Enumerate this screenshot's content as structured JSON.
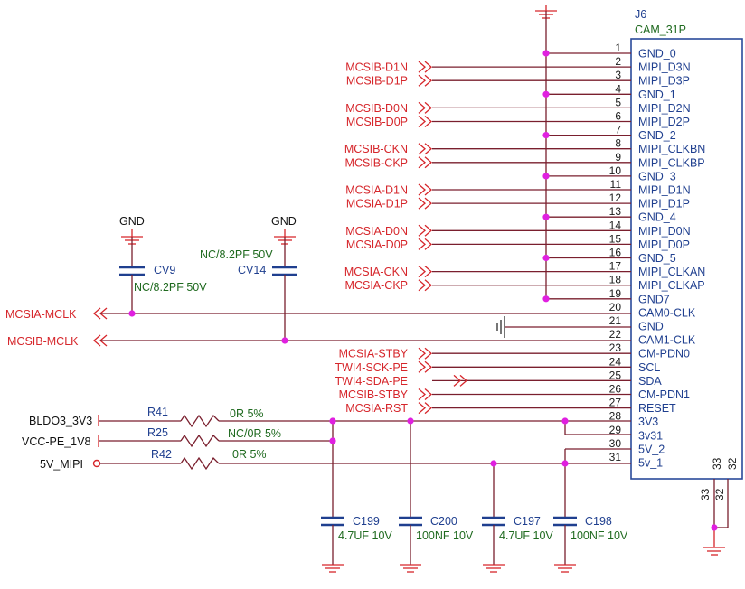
{
  "connector": {
    "ref": "J6",
    "part": "CAM_31P",
    "pins": [
      {
        "num": "1",
        "name": "GND_0",
        "net": ""
      },
      {
        "num": "2",
        "name": "MIPI_D3N",
        "net": "MCSIB-D1N"
      },
      {
        "num": "3",
        "name": "MIPI_D3P",
        "net": "MCSIB-D1P"
      },
      {
        "num": "4",
        "name": "GND_1",
        "net": ""
      },
      {
        "num": "5",
        "name": "MIPI_D2N",
        "net": "MCSIB-D0N"
      },
      {
        "num": "6",
        "name": "MIPI_D2P",
        "net": "MCSIB-D0P"
      },
      {
        "num": "7",
        "name": "GND_2",
        "net": ""
      },
      {
        "num": "8",
        "name": "MIPI_CLKBN",
        "net": "MCSIB-CKN"
      },
      {
        "num": "9",
        "name": "MIPI_CLKBP",
        "net": "MCSIB-CKP"
      },
      {
        "num": "10",
        "name": "GND_3",
        "net": ""
      },
      {
        "num": "11",
        "name": "MIPI_D1N",
        "net": "MCSIA-D1N"
      },
      {
        "num": "12",
        "name": "MIPI_D1P",
        "net": "MCSIA-D1P"
      },
      {
        "num": "13",
        "name": "GND_4",
        "net": ""
      },
      {
        "num": "14",
        "name": "MIPI_D0N",
        "net": "MCSIA-D0N"
      },
      {
        "num": "15",
        "name": "MIPI_D0P",
        "net": "MCSIA-D0P"
      },
      {
        "num": "16",
        "name": "GND_5",
        "net": ""
      },
      {
        "num": "17",
        "name": "MIPI_CLKAN",
        "net": "MCSIA-CKN"
      },
      {
        "num": "18",
        "name": "MIPI_CLKAP",
        "net": "MCSIA-CKP"
      },
      {
        "num": "19",
        "name": "GND7",
        "net": ""
      },
      {
        "num": "20",
        "name": "CAM0-CLK",
        "net": "MCSIA-MCLK"
      },
      {
        "num": "21",
        "name": "GND",
        "net": ""
      },
      {
        "num": "22",
        "name": "CAM1-CLK",
        "net": "MCSIB-MCLK"
      },
      {
        "num": "23",
        "name": "CM-PDN0",
        "net": "MCSIA-STBY"
      },
      {
        "num": "24",
        "name": "SCL",
        "net": "TWI4-SCK-PE"
      },
      {
        "num": "25",
        "name": "SDA",
        "net": "TWI4-SDA-PE"
      },
      {
        "num": "26",
        "name": "CM-PDN1",
        "net": "MCSIB-STBY"
      },
      {
        "num": "27",
        "name": "RESET",
        "net": "MCSIA-RST"
      },
      {
        "num": "28",
        "name": "3V3",
        "net": ""
      },
      {
        "num": "29",
        "name": "3v31",
        "net": ""
      },
      {
        "num": "30",
        "name": "5V_2",
        "net": ""
      },
      {
        "num": "31",
        "name": "5v_1",
        "net": ""
      }
    ],
    "extra_pins": [
      "33",
      "32"
    ]
  },
  "gnd_label": "GND",
  "clock_caps": [
    {
      "ref": "CV9",
      "value": "NC/8.2PF 50V"
    },
    {
      "ref": "CV14",
      "value": "NC/8.2PF 50V"
    }
  ],
  "power_rails": [
    {
      "name": "BLDO3_3V3",
      "resistor": "R41",
      "value": "0R 5%"
    },
    {
      "name": "VCC-PE_1V8",
      "resistor": "R25",
      "value": "NC/0R 5%"
    },
    {
      "name": "5V_MIPI",
      "resistor": "R42",
      "value": "0R 5%"
    }
  ],
  "decoupling_caps": [
    {
      "ref": "C199",
      "value": "4.7UF 10V"
    },
    {
      "ref": "C200",
      "value": "100NF 10V"
    },
    {
      "ref": "C197",
      "value": "4.7UF 10V"
    },
    {
      "ref": "C198",
      "value": "100NF 10V"
    }
  ]
}
